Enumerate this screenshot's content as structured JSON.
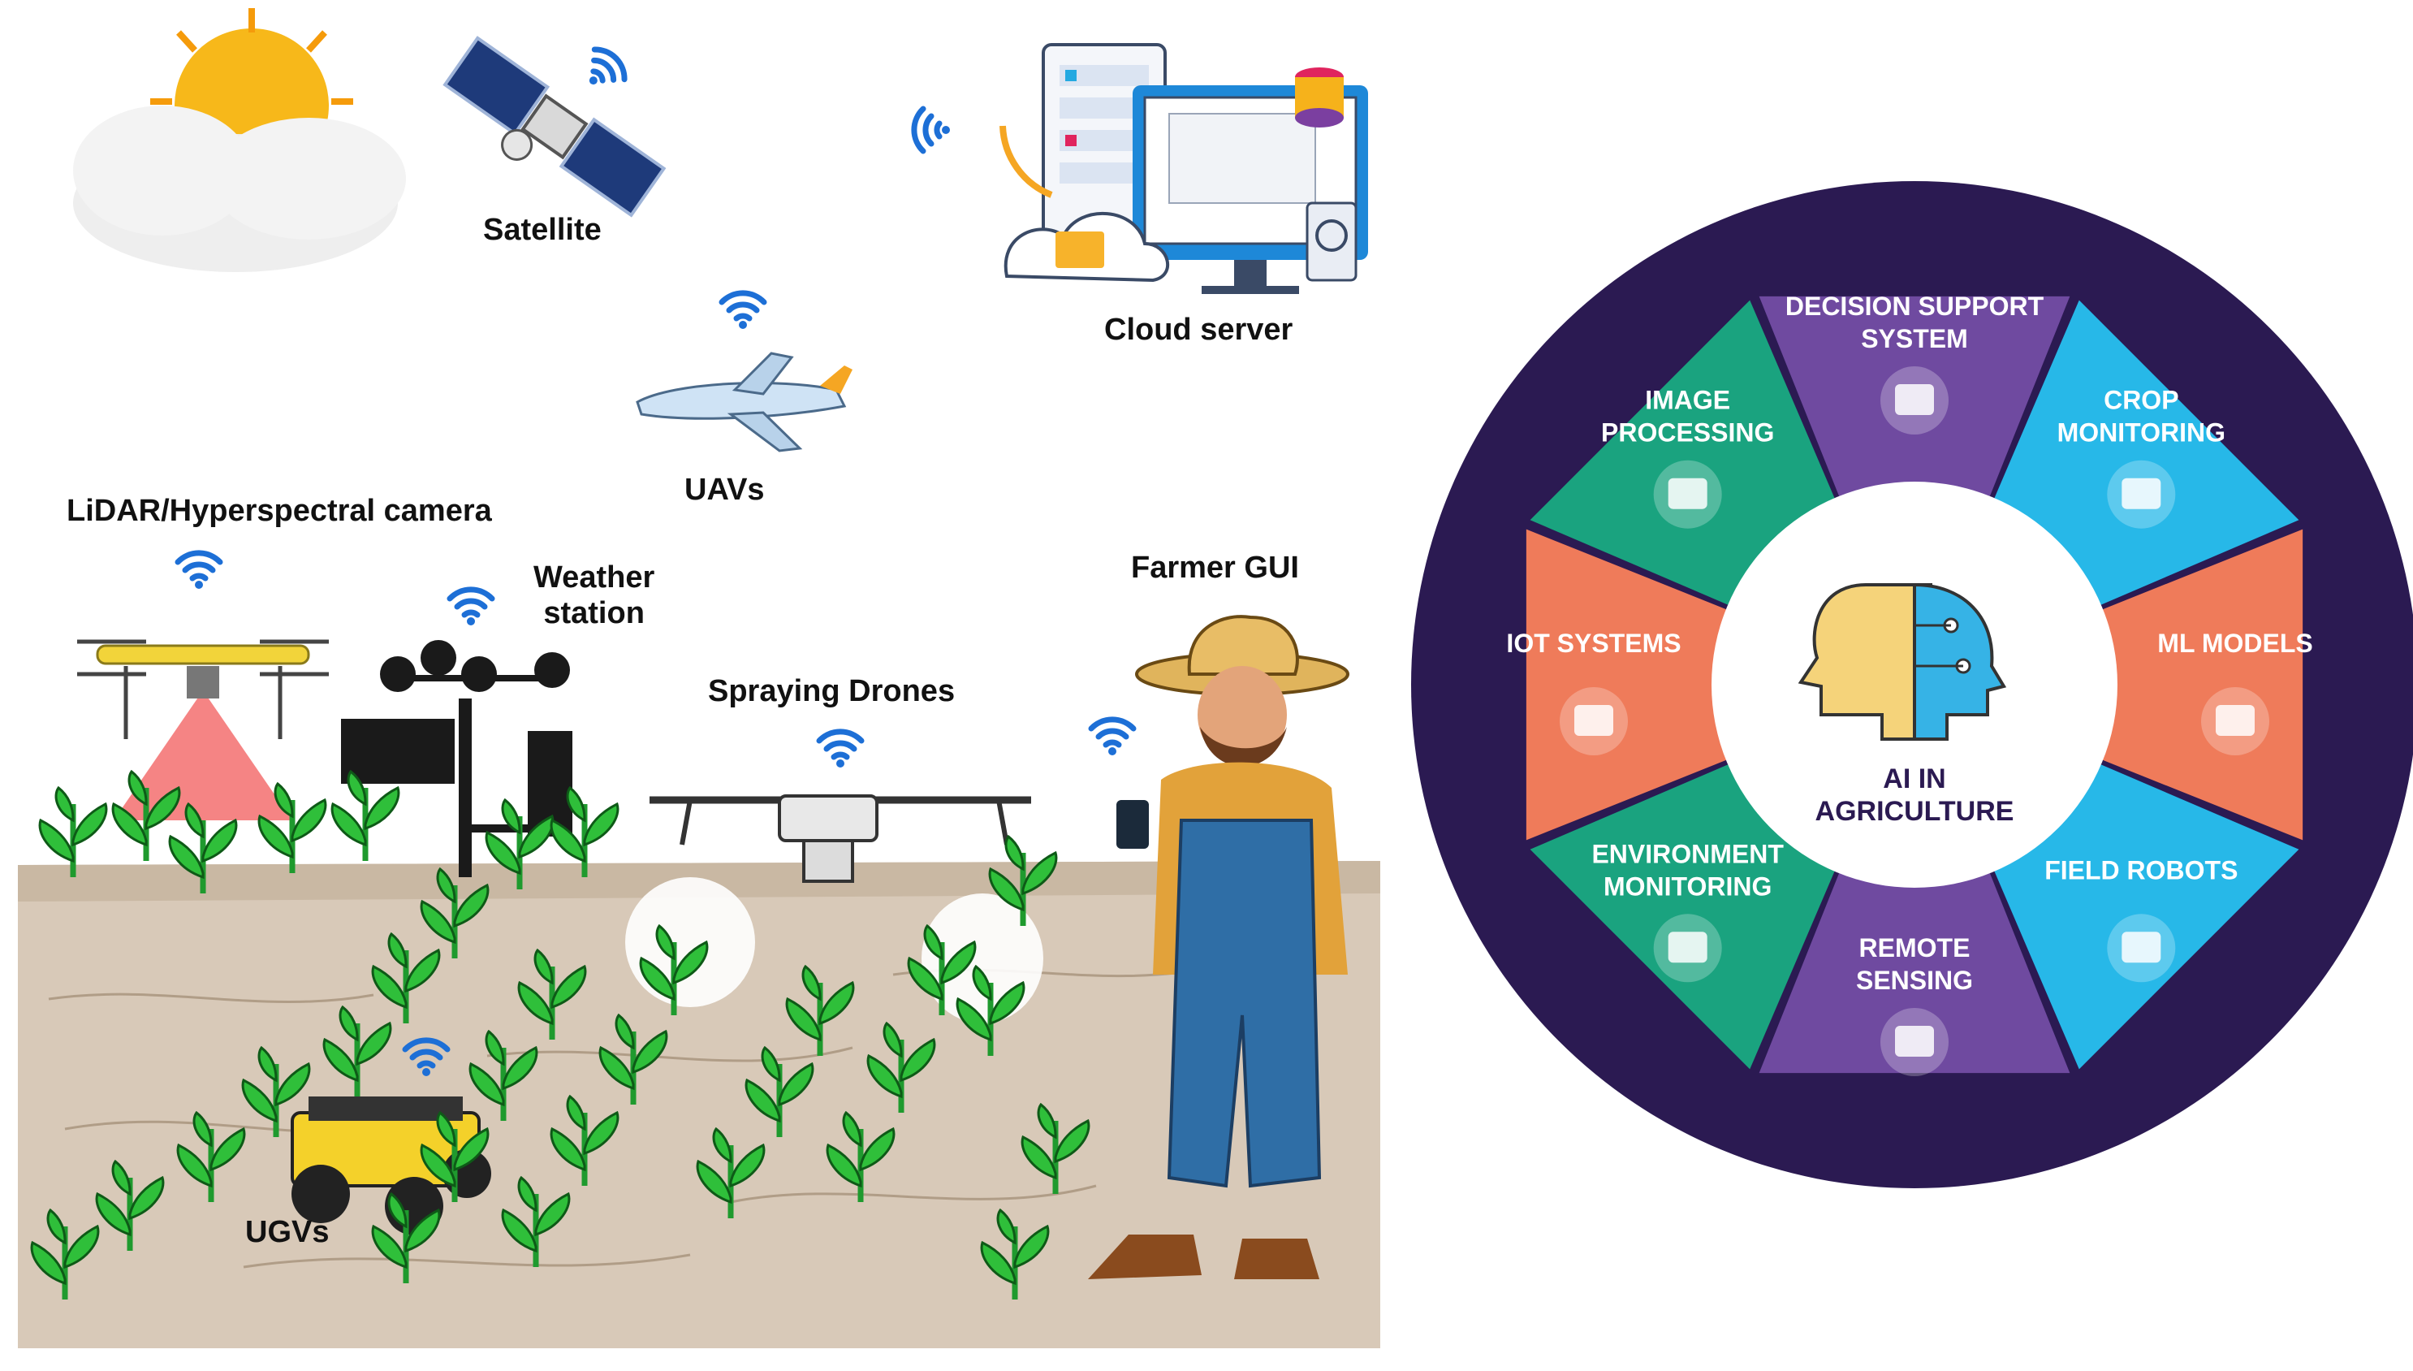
{
  "left_scene": {
    "labels": {
      "satellite": "Satellite",
      "cloud_server": "Cloud server",
      "uavs": "UAVs",
      "lidar_camera": "LiDAR/Hyperspectral camera",
      "weather_station_line1": "Weather",
      "weather_station_line2": "station",
      "farmer_gui": "Farmer GUI",
      "spraying_drones": "Spraying Drones",
      "ugvs": "UGVs"
    },
    "icons": [
      "sun-icon",
      "cloud-icon",
      "satellite-icon",
      "wifi-icon",
      "server-icon",
      "monitor-icon",
      "uav-icon",
      "lidar-drone-icon",
      "weather-station-icon",
      "spraying-drone-icon",
      "ugv-robot-icon",
      "farmer-icon",
      "plant-icon"
    ]
  },
  "wheel": {
    "center_line1": "AI IN",
    "center_line2": "AGRICULTURE",
    "segments": [
      {
        "line1": "DECISION SUPPORT",
        "line2": "SYSTEM",
        "icon": "dashboard-chart-icon",
        "color": "#6f4aa0"
      },
      {
        "line1": "CROP",
        "line2": "MONITORING",
        "icon": "leaf-icon",
        "color": "#27b8e8"
      },
      {
        "line1": "ML MODELS",
        "line2": "",
        "icon": "computer-icon",
        "color": "#ef7b5a"
      },
      {
        "line1": "FIELD ROBOTS",
        "line2": "",
        "icon": "robot-arm-icon",
        "color": "#27b8e8"
      },
      {
        "line1": "REMOTE",
        "line2": "SENSING",
        "icon": "wind-sensor-icon",
        "color": "#6f4aa0"
      },
      {
        "line1": "ENVIRONMENT",
        "line2": "MONITORING",
        "icon": "thermometer-icon",
        "color": "#1aa37f"
      },
      {
        "line1": "IOT SYSTEMS",
        "line2": "",
        "icon": "signal-tower-icon",
        "color": "#ef7b5a"
      },
      {
        "line1": "IMAGE",
        "line2": "PROCESSING",
        "icon": "camera-icon",
        "color": "#1aa37f"
      }
    ],
    "ring_color": "#2b1a52"
  }
}
